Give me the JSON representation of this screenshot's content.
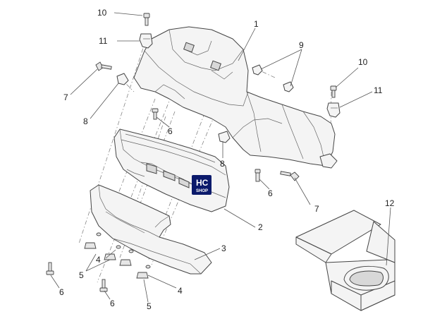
{
  "callouts": {
    "c1": "1",
    "c2": "2",
    "c3": "3",
    "c4a": "4",
    "c4b": "4",
    "c5a": "5",
    "c5b": "5",
    "c6a": "6",
    "c6b": "6",
    "c6c": "6",
    "c6d": "6",
    "c7a": "7",
    "c7b": "7",
    "c8a": "8",
    "c8b": "8",
    "c9": "9",
    "c10a": "10",
    "c10b": "10",
    "c11a": "11",
    "c11b": "11",
    "c12": "12"
  },
  "logo": {
    "main": "HC",
    "sub": "SHOP"
  },
  "colors": {
    "line": "#444444",
    "logo_bg": "#0b1a6b",
    "logo_text": "#ffffff"
  }
}
